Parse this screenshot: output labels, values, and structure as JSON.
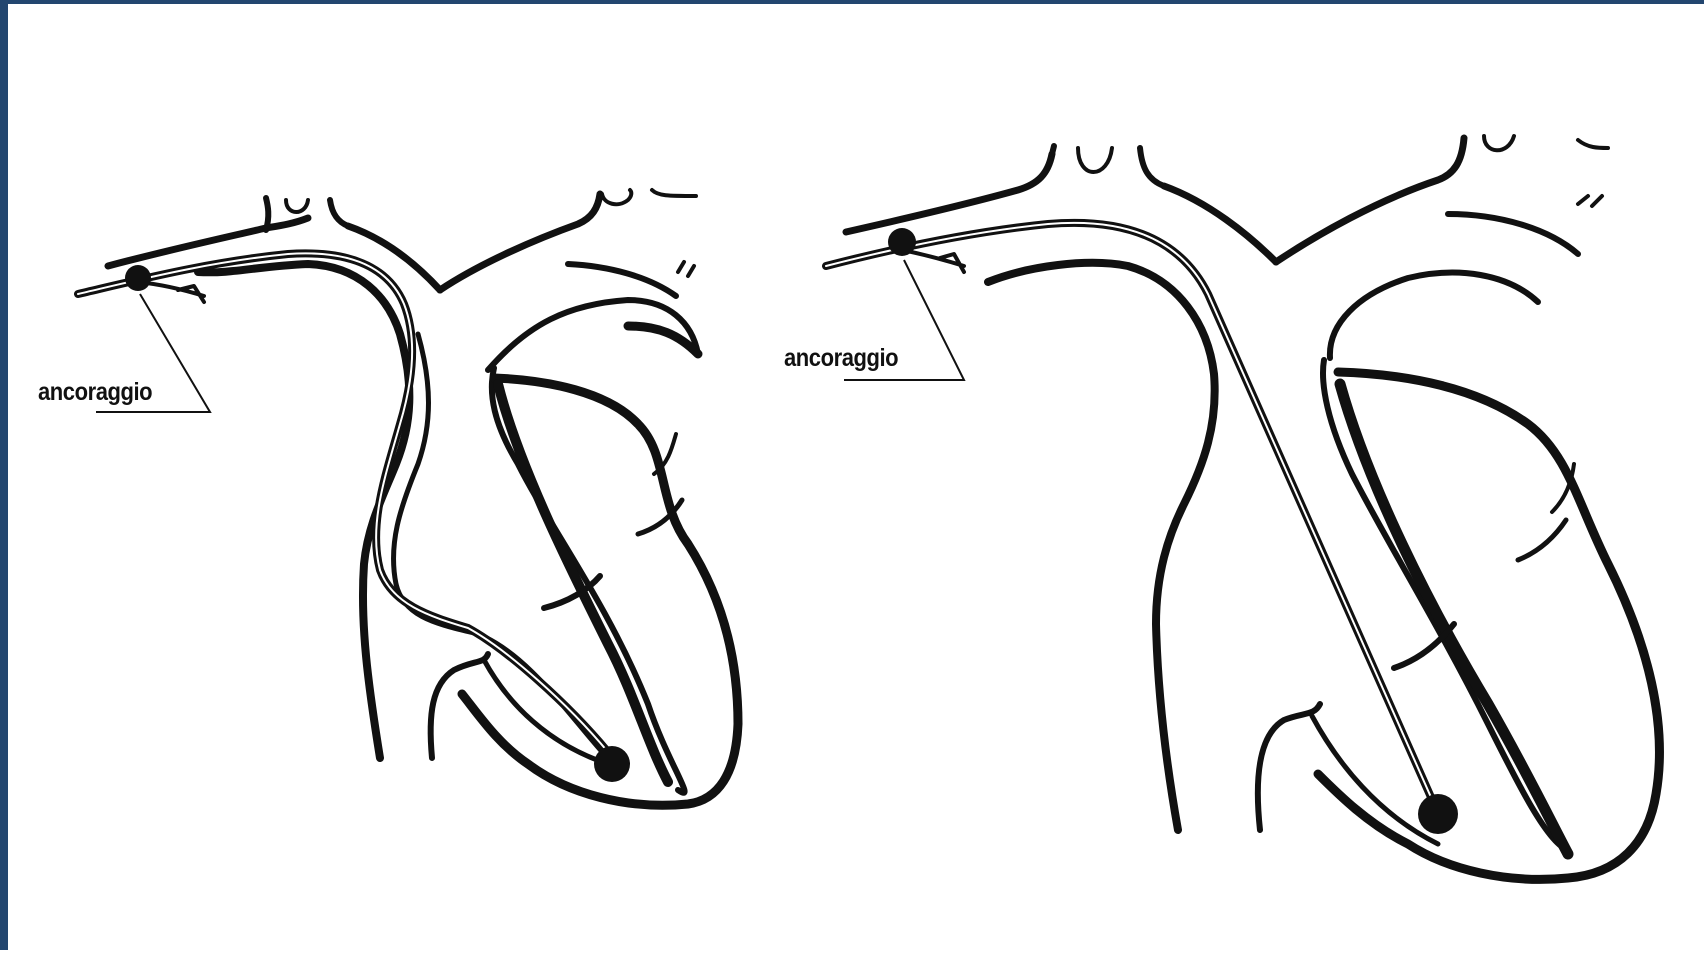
{
  "colors": {
    "frame": "#23466f",
    "background": "#ffffff",
    "ink": "#111111"
  },
  "figures": [
    {
      "id": "left-heart",
      "label": "ancoraggio"
    },
    {
      "id": "right-heart",
      "label": "ancoraggio"
    }
  ]
}
